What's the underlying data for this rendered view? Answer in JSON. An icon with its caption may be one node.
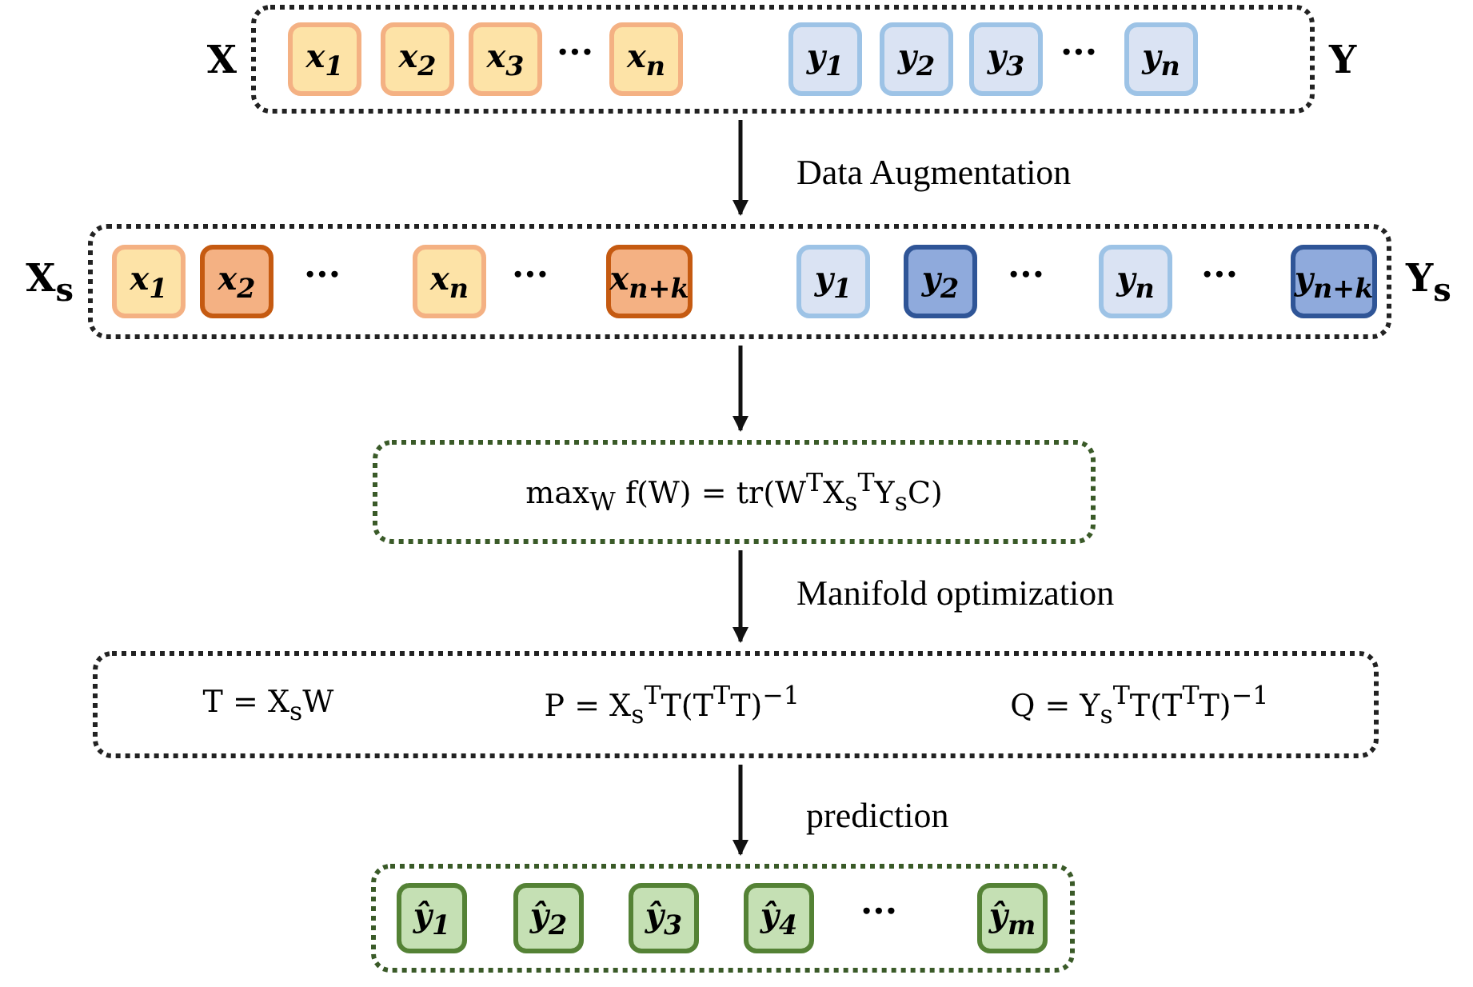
{
  "diagram": {
    "nodes": [
      {
        "text": [
          "X",
          "Y"
        ]
      },
      {
        "text": [
          "x$_{1}$"
        ],
        "in": 0
      },
      {
        "text": [
          "x$_{2}$"
        ],
        "in": 0
      },
      {
        "text": [
          "x$_{3}$"
        ],
        "in": 0
      },
      {
        "text": [
          "x$_{n}$"
        ],
        "in": 0
      },
      {
        "text": [
          "y$_{1}$"
        ],
        "in": 0
      },
      {
        "text": [
          "y$_{2}$"
        ],
        "in": 0
      },
      {
        "text": [
          "y$_{3}$"
        ],
        "in": 0
      },
      {
        "text": [
          "y$_{n}$"
        ],
        "in": 0
      },
      {
        "text": [
          "X$_{s}$",
          "Y$_{s}$"
        ]
      },
      {
        "text": [
          "x$_{1}$"
        ],
        "in": 9
      },
      {
        "text": [
          "x$_{2}$"
        ],
        "in": 9
      },
      {
        "text": [
          "x$_{n}$"
        ],
        "in": 9
      },
      {
        "text": [
          "x$_{n+k}$"
        ],
        "in": 9
      },
      {
        "text": [
          "y$_{1}$"
        ],
        "in": 9
      },
      {
        "text": [
          "y$_{2}$"
        ],
        "in": 9
      },
      {
        "text": [
          "y$_{n}$"
        ],
        "in": 9
      },
      {
        "text": [
          "y$_{n+k}$"
        ],
        "in": 9
      },
      {
        "text": [
          "max$_{W}$ f(W) = tr(W$^{T}$X$_{s}$$^{T}$Y$_{s}$C)"
        ]
      },
      {
        "text": [
          "T = X$_{s}$W",
          "P = X$_{s}$$^{T}$T(T$^{T}$T)$^{−1}$",
          "Q = Y$_{s}$$^{T}$T(T$^{T}$T)$^{−1}$"
        ]
      },
      {
        "text": [],
        "shape": "box"
      },
      {
        "text": [
          "ŷ$_{1}$"
        ],
        "in": 20
      },
      {
        "text": [
          "ŷ$_{2}$"
        ],
        "in": 20
      },
      {
        "text": [
          "ŷ$_{3}$"
        ],
        "in": 20
      },
      {
        "text": [
          "ŷ$_{4}$"
        ],
        "in": 20
      },
      {
        "text": [
          "ŷ$_{m}$"
        ],
        "in": 20
      }
    ],
    "edges": [
      {
        "from": 0,
        "to": 9,
        "arrow": "to",
        "label": "Data Augmentation"
      },
      {
        "from": 9,
        "to": 18,
        "arrow": "to"
      },
      {
        "from": 18,
        "to": 19,
        "arrow": "to",
        "label": "Manifold optimization"
      },
      {
        "from": 19,
        "to": 20,
        "arrow": "to",
        "label": "prediction"
      }
    ],
    "labels": [
      "···",
      "···",
      "···",
      "···",
      "···",
      "···",
      "···"
    ]
  }
}
